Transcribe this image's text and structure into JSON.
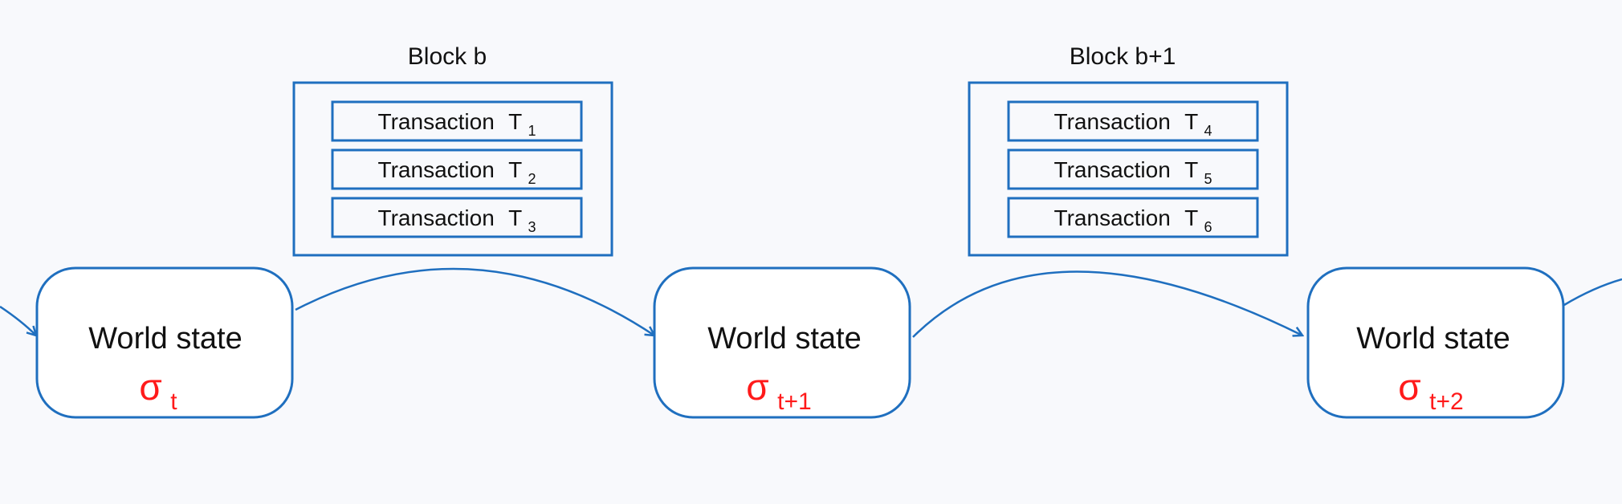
{
  "blocks": [
    {
      "title": "Block b",
      "transactions": [
        {
          "label": "Transaction",
          "symbol": "T",
          "index": "1"
        },
        {
          "label": "Transaction",
          "symbol": "T",
          "index": "2"
        },
        {
          "label": "Transaction",
          "symbol": "T",
          "index": "3"
        }
      ]
    },
    {
      "title": "Block b+1",
      "transactions": [
        {
          "label": "Transaction",
          "symbol": "T",
          "index": "4"
        },
        {
          "label": "Transaction",
          "symbol": "T",
          "index": "5"
        },
        {
          "label": "Transaction",
          "symbol": "T",
          "index": "6"
        }
      ]
    }
  ],
  "states": [
    {
      "label": "World state",
      "symbol": "σ",
      "subscript": "t"
    },
    {
      "label": "World state",
      "symbol": "σ",
      "subscript": "t+1"
    },
    {
      "label": "World state",
      "symbol": "σ",
      "subscript": "t+2"
    }
  ],
  "colors": {
    "stroke": "#1f6fbf",
    "state_fill": "#ffffff",
    "sigma": "#ff1a1a",
    "text": "#111111",
    "background": "#f8f9fc"
  }
}
